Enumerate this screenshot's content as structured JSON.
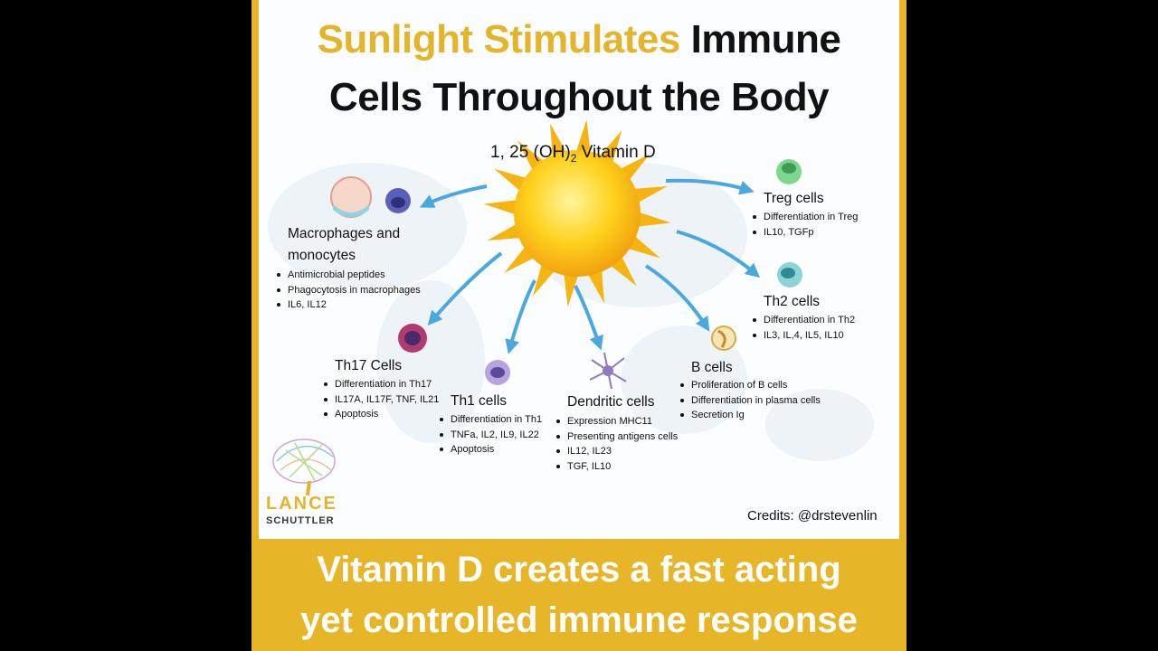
{
  "header": {
    "title_highlight": "Sunlight Stimulates",
    "title_rest": "Immune",
    "title_line2": "Cells Throughout the Body"
  },
  "hormone": {
    "label_prefix": "1, 25 (OH)",
    "label_sub": "2",
    "label_suffix": "Vitamin D"
  },
  "cells": {
    "macrophages": {
      "title_line1": "Macrophages and",
      "title_line2": "monocytes",
      "items": [
        "Antimicrobial peptides",
        "Phagocytosis in macrophages",
        "IL6, IL12"
      ]
    },
    "treg": {
      "title": "Treg cells",
      "items": [
        "Differentiation in Treg",
        "IL10, TGFp"
      ]
    },
    "th2": {
      "title": "Th2 cells",
      "items": [
        "Differentiation in Th2",
        "IL3, IL,4, IL5, IL10"
      ]
    },
    "th17": {
      "title": "Th17 Cells",
      "items": [
        "Differentiation in Th17",
        "IL17A, IL17F, TNF, IL21",
        "Apoptosis"
      ]
    },
    "th1": {
      "title": "Th1 cells",
      "items": [
        "Differentiation in Th1",
        "TNFa, IL2, IL9, IL22",
        "Apoptosis"
      ]
    },
    "dendritic": {
      "title": "Dendritic cells",
      "items": [
        "Expression MHC11",
        "Presenting antigens cells",
        "IL12, IL23",
        "TGF, IL10"
      ]
    },
    "bcells": {
      "title": "B cells",
      "items": [
        "Proliferation of B cells",
        "Differentiation in plasma cells",
        "Secretion Ig"
      ]
    }
  },
  "logo": {
    "line1": "LANCE",
    "line2": "SCHUTTLER"
  },
  "credits": "Credits: @drstevenlin",
  "footer": {
    "line1_highlight": "Vitamin D",
    "line1_rest": "creates a fast acting",
    "line2": "yet controlled immune response"
  },
  "colors": {
    "accent": "#e4b52a",
    "arrow": "#4aa8df",
    "banner": "#e7b628"
  }
}
